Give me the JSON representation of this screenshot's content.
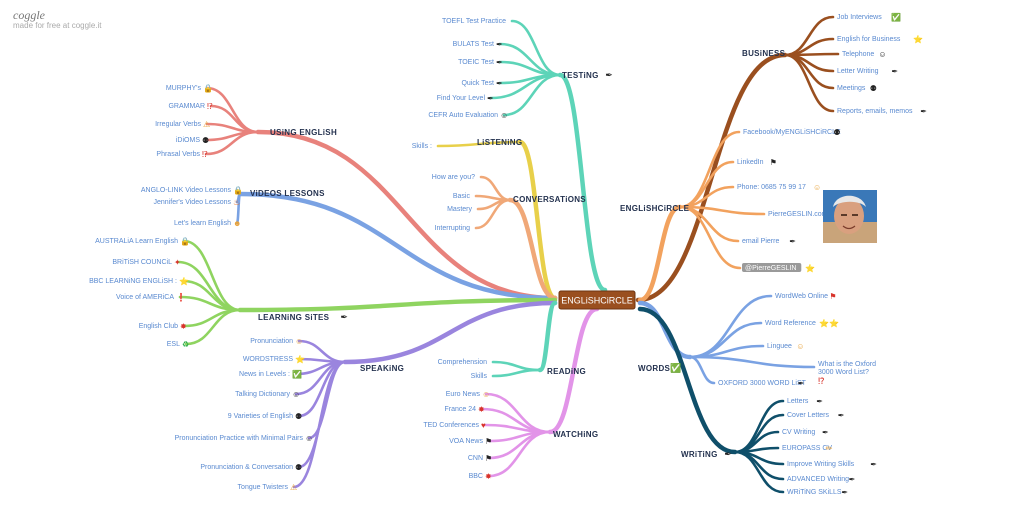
{
  "brand": {
    "name": "coggle",
    "subtitle": "made for free at coggle.it"
  },
  "center": {
    "label": "ENGLiSHCiRCLE"
  },
  "branches": [
    {
      "id": "testing",
      "label": "TESTiNG",
      "icon": "pen",
      "color": "#5dd4b8",
      "leaves": [
        {
          "label": "TOEFL Test Practice",
          "icon": ""
        },
        {
          "label": "BULATS Test",
          "icon": "pen"
        },
        {
          "label": "TOEIC Test",
          "icon": "pen"
        },
        {
          "label": "Quick Test",
          "icon": "pen"
        },
        {
          "label": "Find Your Level",
          "icon": "pen"
        },
        {
          "label": "CEFR Auto Evaluation",
          "icon": "person"
        }
      ]
    },
    {
      "id": "business",
      "label": "BUSiNESS",
      "icon": "",
      "color": "#9a4f1f",
      "leaves": [
        {
          "label": "Job Interviews",
          "icon": "check"
        },
        {
          "label": "English for Business",
          "icon": "star"
        },
        {
          "label": "Telephone",
          "icon": "person"
        },
        {
          "label": "Letter Writing",
          "icon": "pen"
        },
        {
          "label": "Meetings",
          "icon": "group"
        },
        {
          "label": "Reports, emails, memos",
          "icon": "pen"
        }
      ]
    },
    {
      "id": "using",
      "label": "USiNG ENGLiSH",
      "icon": "",
      "color": "#e8827c",
      "leaves": [
        {
          "label": "MURPHY's",
          "icon": "lock"
        },
        {
          "label": "GRAMMAR",
          "icon": "bang"
        },
        {
          "label": "Irregular Verbs",
          "icon": "warning"
        },
        {
          "label": "iDiOMS",
          "icon": "group"
        },
        {
          "label": "Phrasal Verbs",
          "icon": "bang"
        }
      ]
    },
    {
      "id": "videos",
      "label": "ViDEOS LESSONS",
      "icon": "",
      "color": "#7aa2e3",
      "leaves": [
        {
          "label": "ANGLO-LINK Video Lessons",
          "icon": "lock"
        },
        {
          "label": "Jennifer's Video Lessons",
          "icon": "fire"
        },
        {
          "label": "Let's learn English",
          "icon": "heart-eyes"
        }
      ]
    },
    {
      "id": "listening",
      "label": "LiSTENiNG",
      "icon": "",
      "color": "#e8d04a",
      "leaves": [
        {
          "label": "Skills :",
          "icon": ""
        }
      ]
    },
    {
      "id": "conversations",
      "label": "CONVERSATiONS",
      "icon": "",
      "color": "#f0a878",
      "leaves": [
        {
          "label": "How are you?",
          "icon": ""
        },
        {
          "label": "Basic",
          "icon": ""
        },
        {
          "label": "Mastery",
          "icon": ""
        },
        {
          "label": "Interrupting",
          "icon": ""
        }
      ]
    },
    {
      "id": "englishcircle",
      "label": "ENGLiSHCiRCLE",
      "icon": "",
      "color": "#f2a25e",
      "leaves": [
        {
          "label": "Facebook/MyENGLiSHCiRCLE",
          "icon": "group"
        },
        {
          "label": "LinkedIn",
          "icon": "flag-checkered"
        },
        {
          "label": "Phone: 0685 75 99 17",
          "icon": "smiley"
        },
        {
          "label": "PierreGESLIN.com",
          "icon": ""
        },
        {
          "label": "email Pierre",
          "icon": "pen"
        },
        {
          "label": "@PierreGESLIN",
          "icon": "star"
        }
      ]
    },
    {
      "id": "learning",
      "label": "LEARNiNG SiTES",
      "icon": "pen",
      "color": "#8fd460",
      "leaves": [
        {
          "label": "AUSTRALiA Learn English",
          "icon": "lock"
        },
        {
          "label": "BRiTiSH COUNCiL",
          "icon": "party"
        },
        {
          "label": "BBC LEARNiNG ENGLiSH :",
          "icon": "star"
        },
        {
          "label": "Voice of AMERiCA",
          "icon": "excl"
        },
        {
          "label": "English Club",
          "icon": "boom"
        },
        {
          "label": "ESL",
          "icon": "recycle"
        }
      ]
    },
    {
      "id": "words",
      "label": "WORDS",
      "icon": "check",
      "color": "#7aa2e3",
      "leaves": [
        {
          "label": "WordWeb Online",
          "icon": "flag"
        },
        {
          "label": "Word Reference",
          "icon": "stars"
        },
        {
          "label": "Linguee",
          "icon": "smiley"
        },
        {
          "label": "What is the Oxford 3000 Word List?",
          "icon": "bang"
        },
        {
          "label": "OXFORD 3000 WORD LiST",
          "icon": "pen"
        }
      ]
    },
    {
      "id": "speaking",
      "label": "SPEAKiNG",
      "icon": "",
      "color": "#9a85de",
      "leaves": [
        {
          "label": "Pronunciation",
          "icon": "smiley"
        },
        {
          "label": "WORDSTRESS",
          "icon": "star"
        },
        {
          "label": "News in Levels :",
          "icon": "check"
        },
        {
          "label": "Talking Dictionary",
          "icon": "person"
        },
        {
          "label": "9 Varieties of English",
          "icon": "group"
        },
        {
          "label": "Pronunciation Practice with Minimal Pairs",
          "icon": "person"
        },
        {
          "label": "Pronunciation & Conversation",
          "icon": "group"
        },
        {
          "label": "Tongue Twisters",
          "icon": "warning"
        }
      ]
    },
    {
      "id": "reading",
      "label": "READiNG",
      "icon": "",
      "color": "#5dd4b8",
      "leaves": [
        {
          "label": "Comprehension",
          "icon": ""
        },
        {
          "label": "Skills",
          "icon": ""
        }
      ]
    },
    {
      "id": "watching",
      "label": "WATCHiNG",
      "icon": "",
      "color": "#e294e8",
      "leaves": [
        {
          "label": "Euro News",
          "icon": "smiley"
        },
        {
          "label": "France 24",
          "icon": "boom"
        },
        {
          "label": "TED Conferences",
          "icon": "heart"
        },
        {
          "label": "VOA News",
          "icon": "flag-checkered"
        },
        {
          "label": "CNN",
          "icon": "flag-black"
        },
        {
          "label": "BBC",
          "icon": "boom"
        }
      ]
    },
    {
      "id": "writing",
      "label": "WRiTiNG",
      "icon": "pen",
      "color": "#0f4f6a",
      "leaves": [
        {
          "label": "Letters",
          "icon": "pen"
        },
        {
          "label": "Cover Letters",
          "icon": "pen"
        },
        {
          "label": "CV Writing",
          "icon": "pen"
        },
        {
          "label": "EUROPASS CV",
          "icon": "pencil"
        },
        {
          "label": "Improve Writing Skills",
          "icon": "pen"
        },
        {
          "label": "ADVANCED Writing",
          "icon": "pen"
        },
        {
          "label": "WRiTiNG SKiLLS",
          "icon": "pen"
        }
      ]
    }
  ]
}
